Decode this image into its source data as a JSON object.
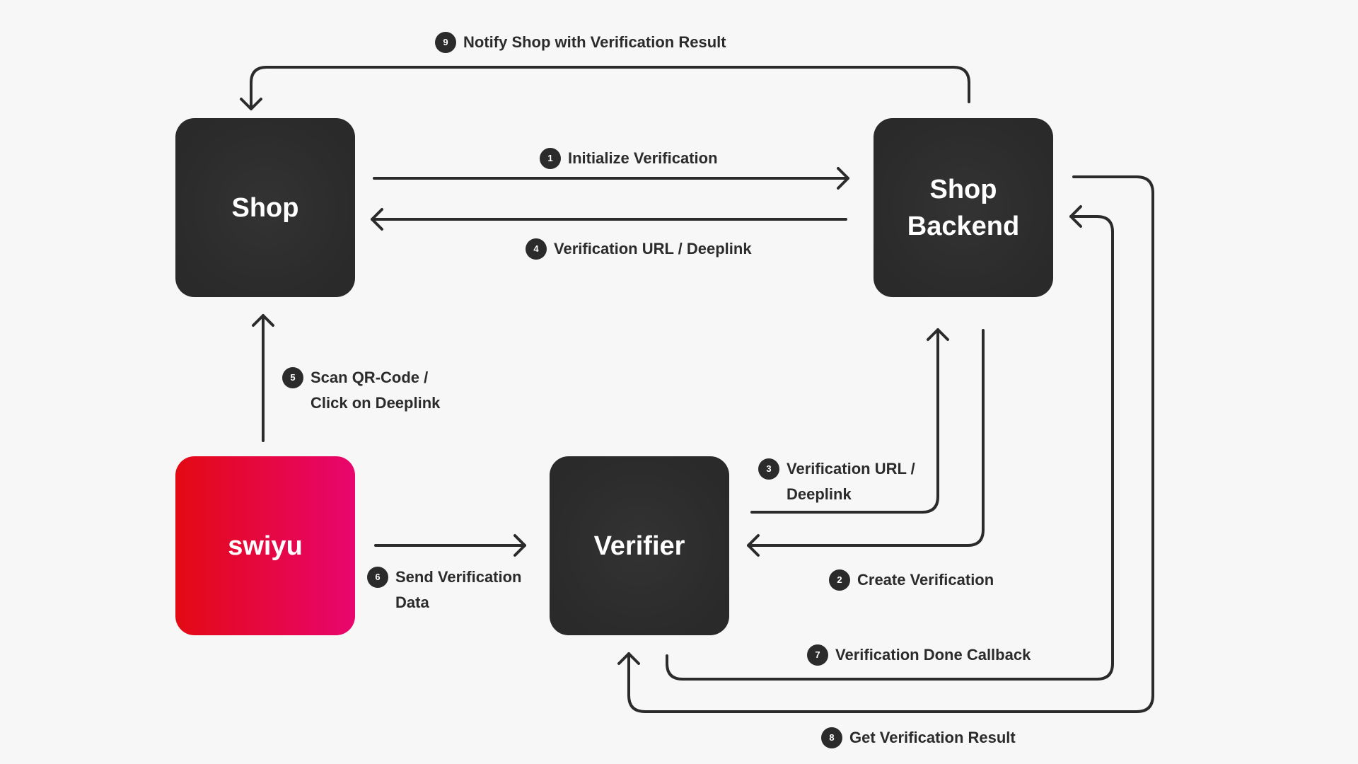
{
  "colors": {
    "background": "#f7f7f7",
    "node_dark": "#2b2b2b",
    "swiyu_gradient_start": "#e30a14",
    "swiyu_gradient_end": "#e8056e",
    "line": "#2b2b2b",
    "node_text": "#ffffff"
  },
  "nodes": {
    "shop": {
      "label": "Shop"
    },
    "backend": {
      "label": "Shop\nBackend"
    },
    "swiyu": {
      "label": "swiyu"
    },
    "verifier": {
      "label": "Verifier"
    }
  },
  "steps": [
    {
      "number": "1",
      "text": "Initialize Verification",
      "from": "Shop",
      "to": "Shop Backend"
    },
    {
      "number": "2",
      "text": "Create Verification",
      "from": "Shop Backend",
      "to": "Verifier"
    },
    {
      "number": "3",
      "text": "Verification URL /\nDeeplink",
      "from": "Verifier",
      "to": "Shop Backend"
    },
    {
      "number": "4",
      "text": "Verification URL / Deeplink",
      "from": "Shop Backend",
      "to": "Shop"
    },
    {
      "number": "5",
      "text": "Scan QR-Code /\nClick on Deeplink",
      "from": "swiyu",
      "to": "Shop"
    },
    {
      "number": "6",
      "text": "Send Verification\nData",
      "from": "swiyu",
      "to": "Verifier"
    },
    {
      "number": "7",
      "text": "Verification Done Callback",
      "from": "Verifier",
      "to": "Shop Backend"
    },
    {
      "number": "8",
      "text": "Get Verification Result",
      "from": "Shop Backend",
      "to": "Verifier"
    },
    {
      "number": "9",
      "text": "Notify Shop with Verification Result",
      "from": "Shop Backend",
      "to": "Shop"
    }
  ]
}
